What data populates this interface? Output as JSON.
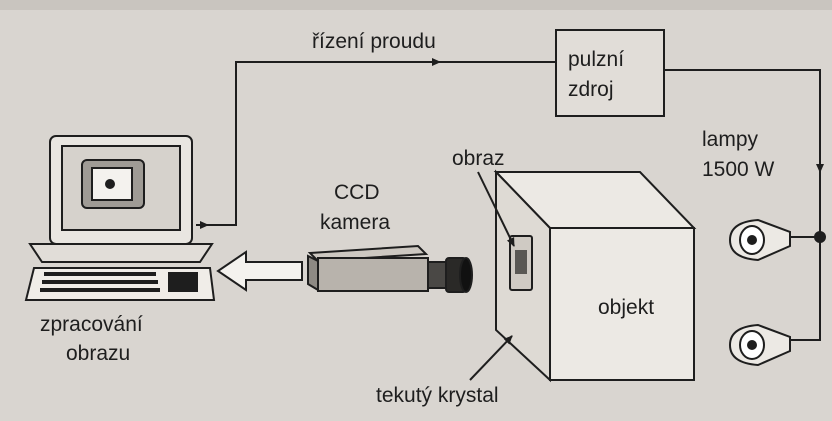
{
  "labels": {
    "current_control": "řízení proudu",
    "pulse_source_line1": "pulzní",
    "pulse_source_line2": "zdroj",
    "lamps_line1": "lampy",
    "lamps_line2": "1500 W",
    "image": "obraz",
    "ccd_line1": "CCD",
    "ccd_line2": "kamera",
    "processing_line1": "zpracování",
    "processing_line2": "obrazu",
    "object": "objekt",
    "liquid_crystal": "tekutý krystal"
  },
  "colors": {
    "background": "#d9d5d0",
    "ink": "#1e1e1e",
    "fill_light": "#ece9e4",
    "camera_body": "#b8b3ac"
  },
  "icons": [
    "computer-icon",
    "camera-icon",
    "lamp-icon",
    "box-icon",
    "arrow-icon"
  ]
}
